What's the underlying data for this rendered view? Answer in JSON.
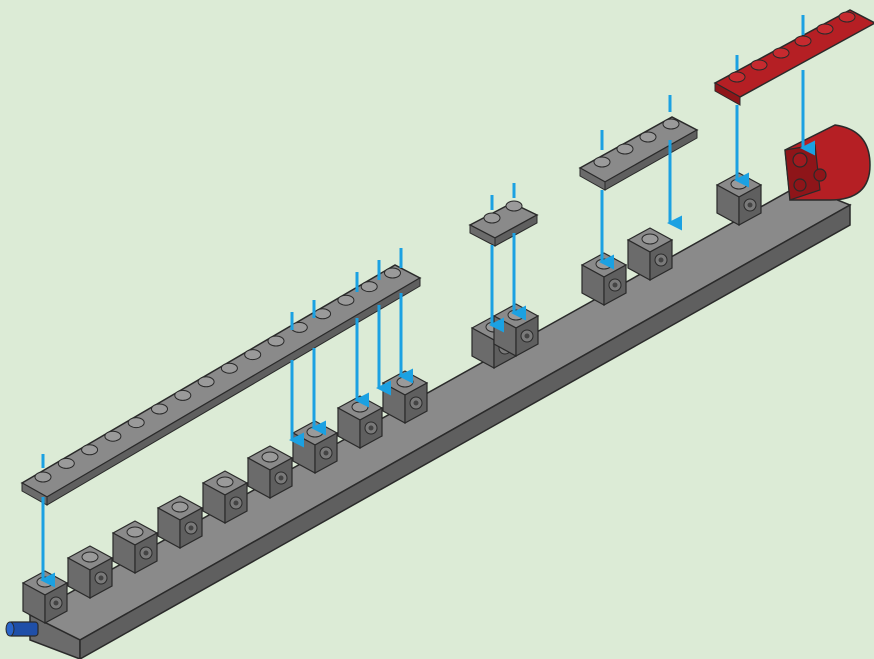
{
  "diagram": {
    "kind": "lego-assembly-step",
    "text": [],
    "colors": {
      "background": "#dcebd6",
      "gray_top": "#8a8a8a",
      "gray_side": "#6b6b6b",
      "gray_dark": "#555555",
      "red_top": "#b51f24",
      "red_side": "#8e1519",
      "arrow": "#1ba1e2",
      "blue_pin": "#1f4fa8",
      "outline": "#2a2a2a"
    },
    "parts": [
      {
        "name": "base-beam",
        "color": "gray",
        "description_icon": "long-brick-beam"
      },
      {
        "name": "long-plate",
        "color": "gray",
        "description_icon": "1x16-plate"
      },
      {
        "name": "short-plate-1x2",
        "color": "gray",
        "description_icon": "1x2-plate"
      },
      {
        "name": "plate-1x4",
        "color": "gray",
        "description_icon": "1x4-plate"
      },
      {
        "name": "red-plate-1x6",
        "color": "red",
        "description_icon": "1x6-plate"
      },
      {
        "name": "red-curved-slope",
        "color": "red",
        "description_icon": "curved-slope-brick"
      },
      {
        "name": "blue-axle-pin",
        "color": "blue",
        "description_icon": "technic-pin"
      }
    ]
  }
}
